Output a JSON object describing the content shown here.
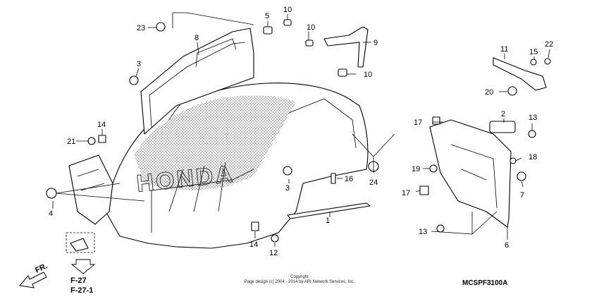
{
  "diagram": {
    "callouts": [
      {
        "key": "p1",
        "label": "1"
      },
      {
        "key": "p2",
        "label": "2"
      },
      {
        "key": "p3a",
        "label": "3"
      },
      {
        "key": "p3b",
        "label": "3"
      },
      {
        "key": "p4",
        "label": "4"
      },
      {
        "key": "p5",
        "label": "5"
      },
      {
        "key": "p6",
        "label": "6"
      },
      {
        "key": "p7",
        "label": "7"
      },
      {
        "key": "p8",
        "label": "8"
      },
      {
        "key": "p9",
        "label": "9"
      },
      {
        "key": "p10a",
        "label": "10"
      },
      {
        "key": "p10b",
        "label": "10"
      },
      {
        "key": "p10c",
        "label": "10"
      },
      {
        "key": "p11",
        "label": "11"
      },
      {
        "key": "p12",
        "label": "12"
      },
      {
        "key": "p13a",
        "label": "13"
      },
      {
        "key": "p13b",
        "label": "13"
      },
      {
        "key": "p14a",
        "label": "14"
      },
      {
        "key": "p14b",
        "label": "14"
      },
      {
        "key": "p15",
        "label": "15"
      },
      {
        "key": "p16",
        "label": "16"
      },
      {
        "key": "p17a",
        "label": "17"
      },
      {
        "key": "p17b",
        "label": "17"
      },
      {
        "key": "p18",
        "label": "18"
      },
      {
        "key": "p19",
        "label": "19"
      },
      {
        "key": "p20",
        "label": "20"
      },
      {
        "key": "p21",
        "label": "21"
      },
      {
        "key": "p22",
        "label": "22"
      },
      {
        "key": "p23",
        "label": "23"
      },
      {
        "key": "p24",
        "label": "24"
      }
    ],
    "front_label": "FR.",
    "refs": [
      "F-27",
      "F-27-1"
    ],
    "diagram_code": "MCSPF3100A",
    "copyright_title": "Copyright",
    "copyright_line": "Page design (c) 2004 - 2014 by ARI Network Services, Inc.",
    "brand_text": "HONDA"
  }
}
